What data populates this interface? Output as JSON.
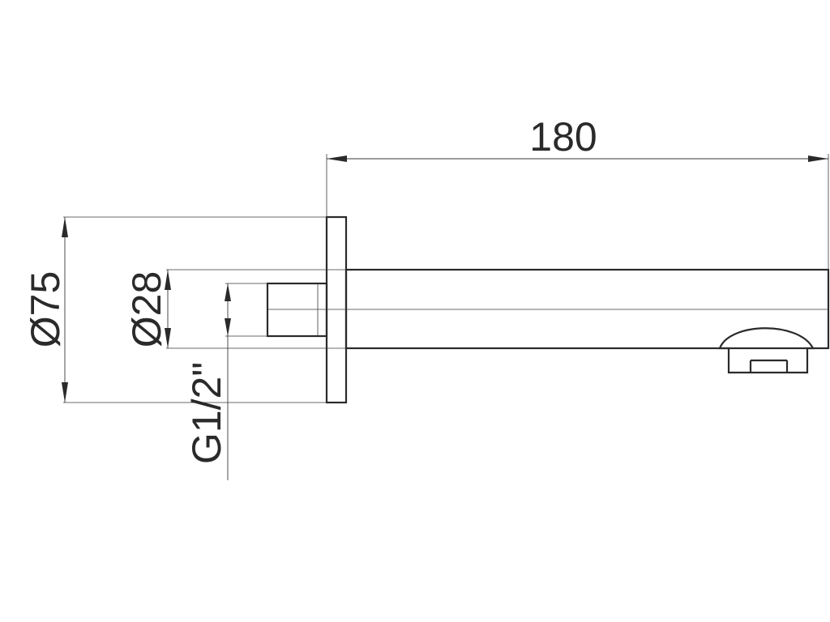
{
  "dimensions": {
    "length": "180",
    "flange_diameter": "Ø75",
    "spout_diameter": "Ø28",
    "thread": "G1/2\""
  }
}
